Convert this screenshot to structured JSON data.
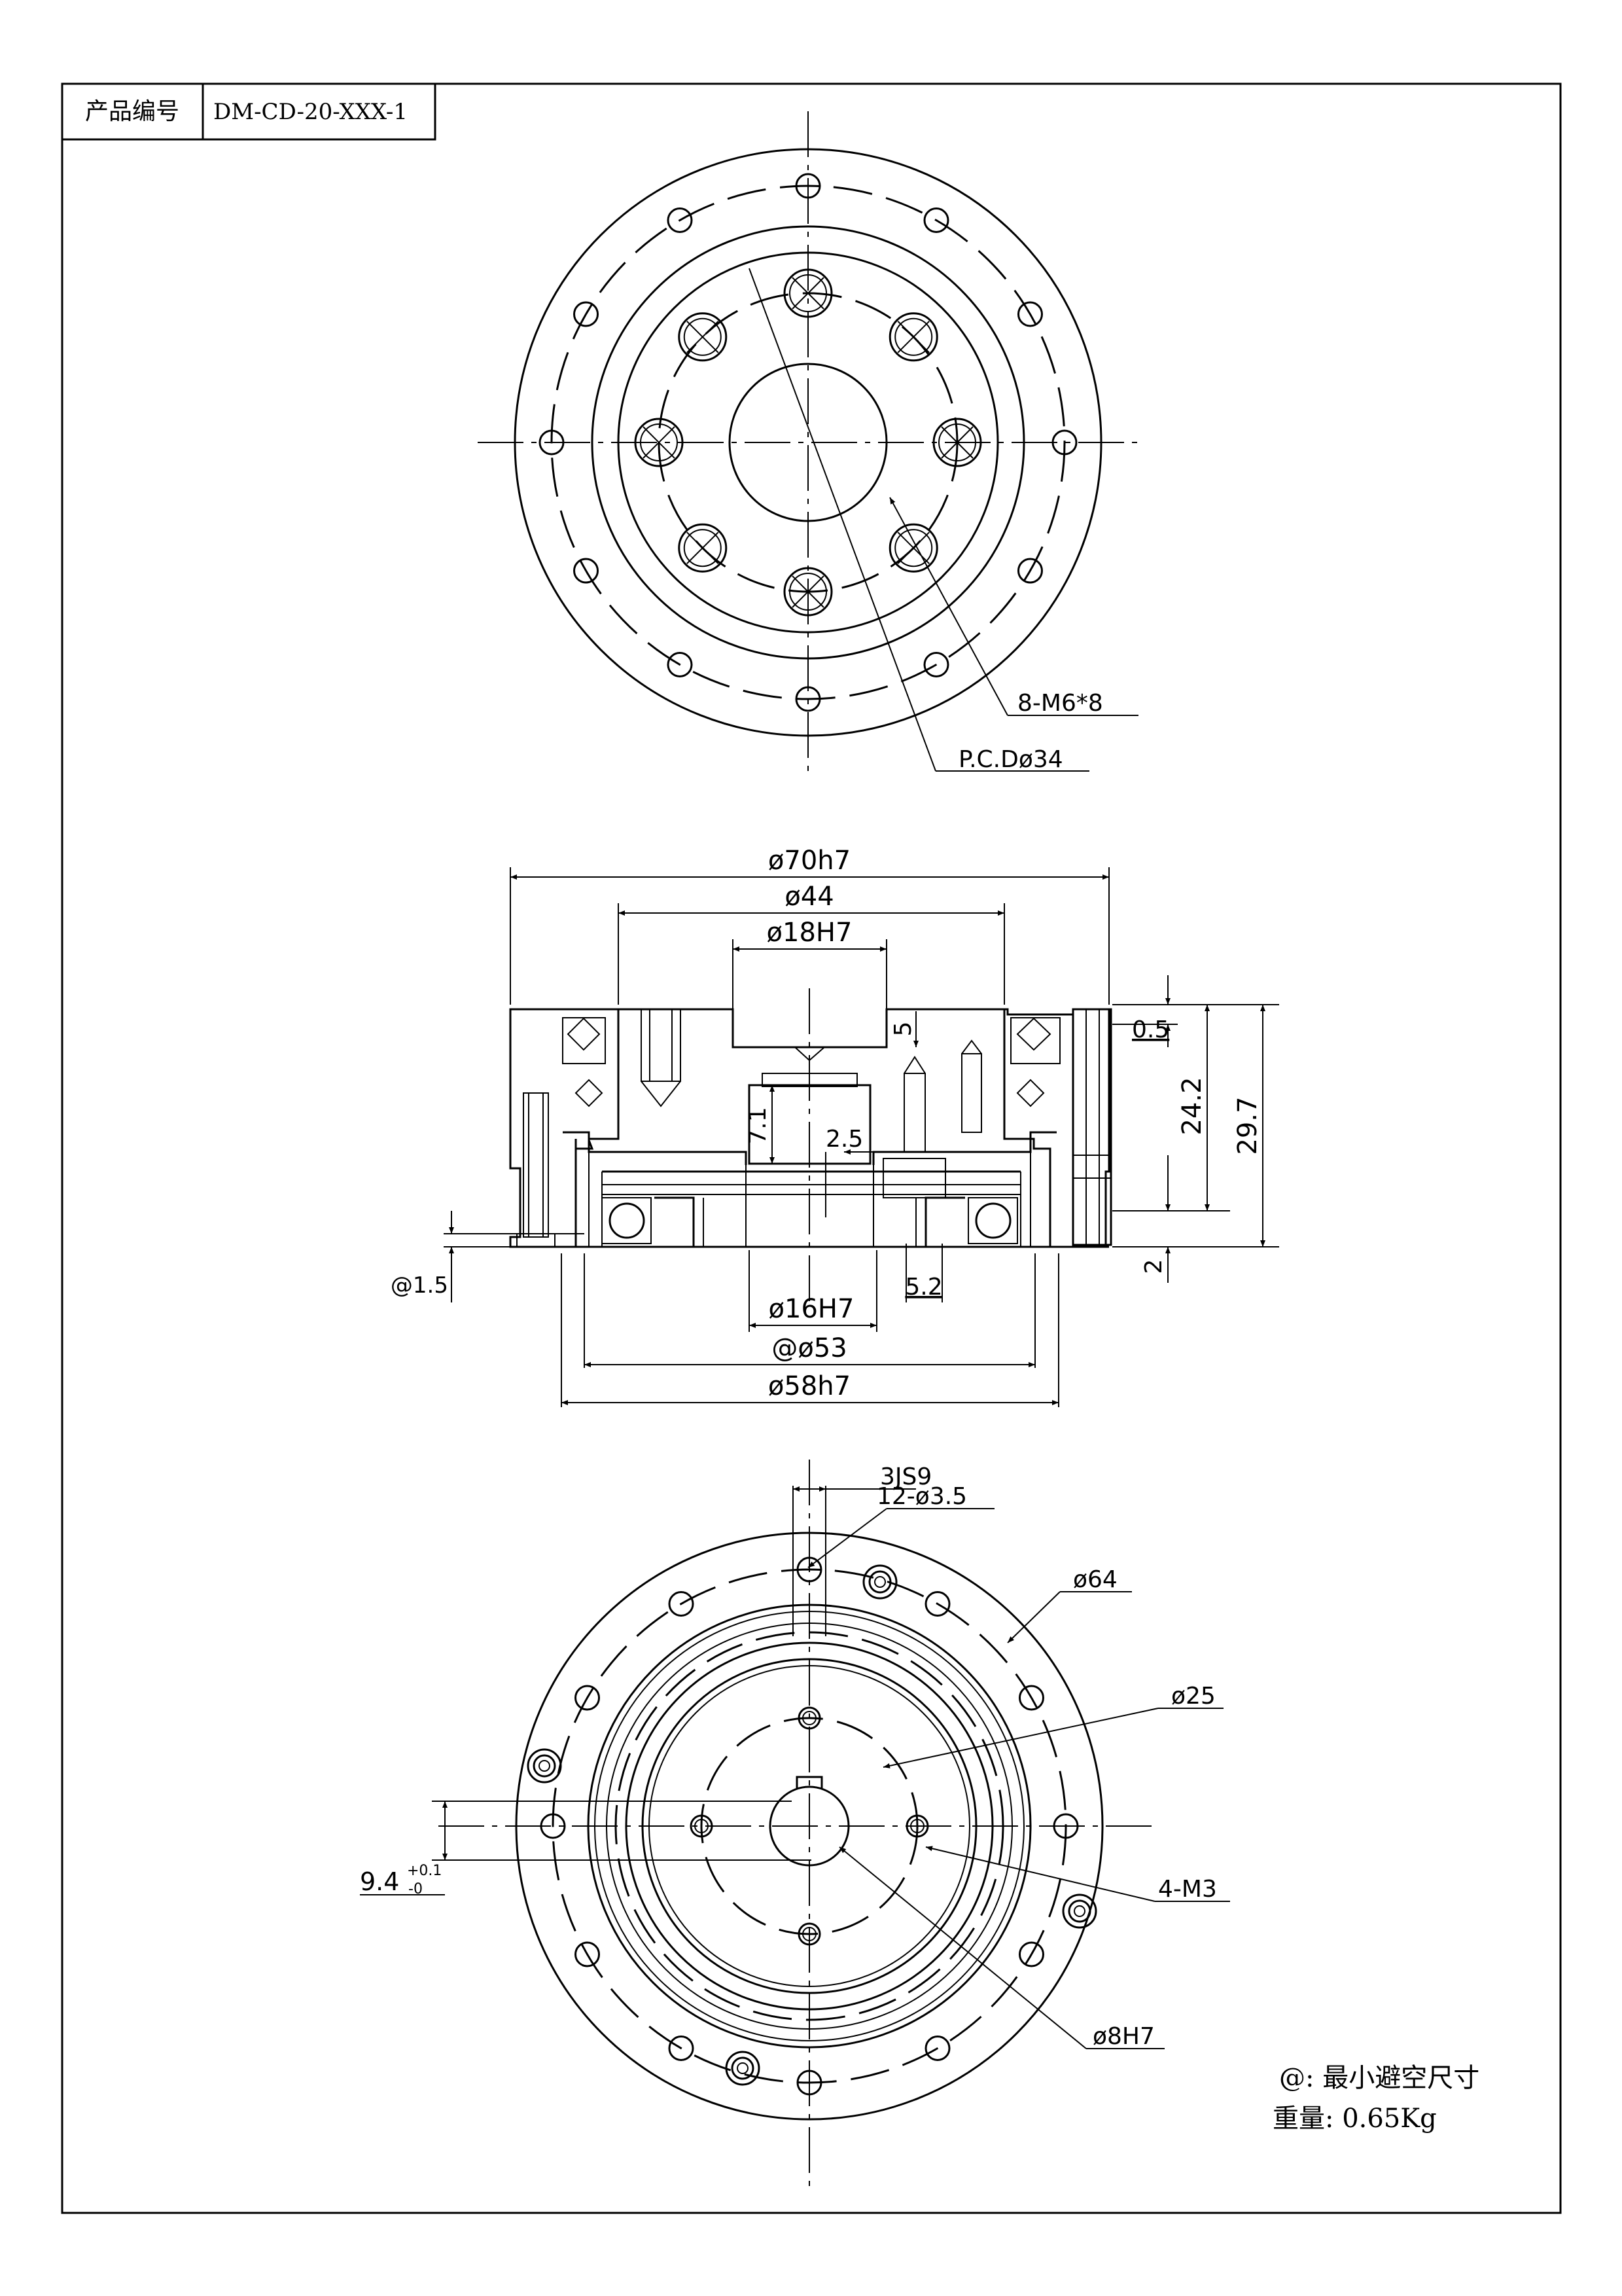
{
  "title_block": {
    "label": "产品编号",
    "value": "DM-CD-20-XXX-1"
  },
  "top_view": {
    "callouts": {
      "holes": "8-M6*8",
      "pcd": "P.C.Dø34"
    }
  },
  "side_view": {
    "dims": {
      "d70": "ø70h7",
      "d44": "ø44",
      "d18": "ø18H7",
      "d16": "ø16H7",
      "d53": "@ø53",
      "d58": "ø58h7",
      "h05": "0.5",
      "h242": "24.2",
      "h297": "29.7",
      "h5": "5",
      "h71": "7.1",
      "w25": "2.5",
      "w52": "5.2",
      "h2": "2",
      "h15": "@1.5"
    }
  },
  "bottom_view": {
    "callouts": {
      "key": "3JS9",
      "holes12": "12-ø3.5",
      "d64": "ø64",
      "d25": "ø25",
      "m3": "4-M3",
      "d8": "ø8H7",
      "h94": "9.4",
      "tol_up": "+0.1",
      "tol_dn": "-0"
    }
  },
  "notes": {
    "note1": "@: 最小避空尺寸",
    "note2": "重量: 0.65Kg"
  },
  "colors": {
    "line": "#000000",
    "paper": "#ffffff"
  }
}
